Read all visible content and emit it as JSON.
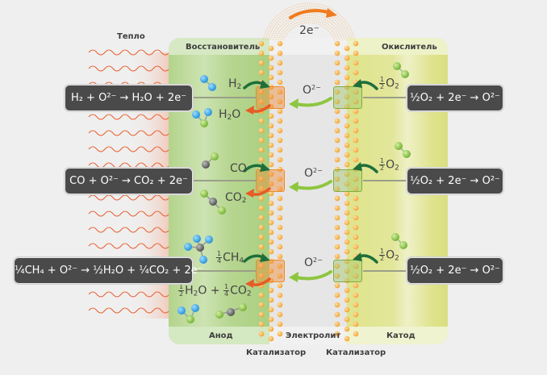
{
  "labels": {
    "heat": "Тепло",
    "reducer": "Восстановитель",
    "oxidizer": "Окислитель",
    "anode": "Анод",
    "electrolyte": "Электролит",
    "cathode": "Катод",
    "catalyst_left": "Катализатор",
    "catalyst_right": "Катализатор",
    "electrons": "2e⁻"
  },
  "rows": [
    {
      "anode_equation": "H₂ + O²⁻ → H₂O + 2e⁻",
      "fuel_in": "H₂",
      "product_out": "H₂O",
      "ion": "O²⁻",
      "oxidant_in": "½O₂",
      "cathode_equation": "½O₂ + 2e⁻ → O²⁻"
    },
    {
      "anode_equation": "CO + O²⁻ → CO₂ + 2e⁻",
      "fuel_in": "CO",
      "product_out": "CO₂",
      "ion": "O²⁻",
      "oxidant_in": "½O₂",
      "cathode_equation": "½O₂ + 2e⁻ → O²⁻"
    },
    {
      "anode_equation": "¼CH₄ + O²⁻ → ½H₂O + ¼CO₂ + 2e⁻",
      "fuel_in": "¼CH₄",
      "product_out": "½H₂O + ¼CO₂",
      "ion": "O²⁻",
      "oxidant_in": "½O₂",
      "cathode_equation": "½O₂ + 2e⁻ → O²⁻"
    }
  ],
  "colors": {
    "anode_green": "#b5d68f",
    "cathode_yellow": "#dfe48c",
    "electrolyte_gray": "#e6e6e6",
    "catalyst_dot": "#f5a93a",
    "heat_wave": "#e8673a",
    "equation_box": "#4a4a4a",
    "electron_arrow": "#f07a1e",
    "oxygen_ion_arrow": "#8dc63f",
    "input_arrow": "#1e6e3a",
    "output_arrow": "#e85a26"
  }
}
